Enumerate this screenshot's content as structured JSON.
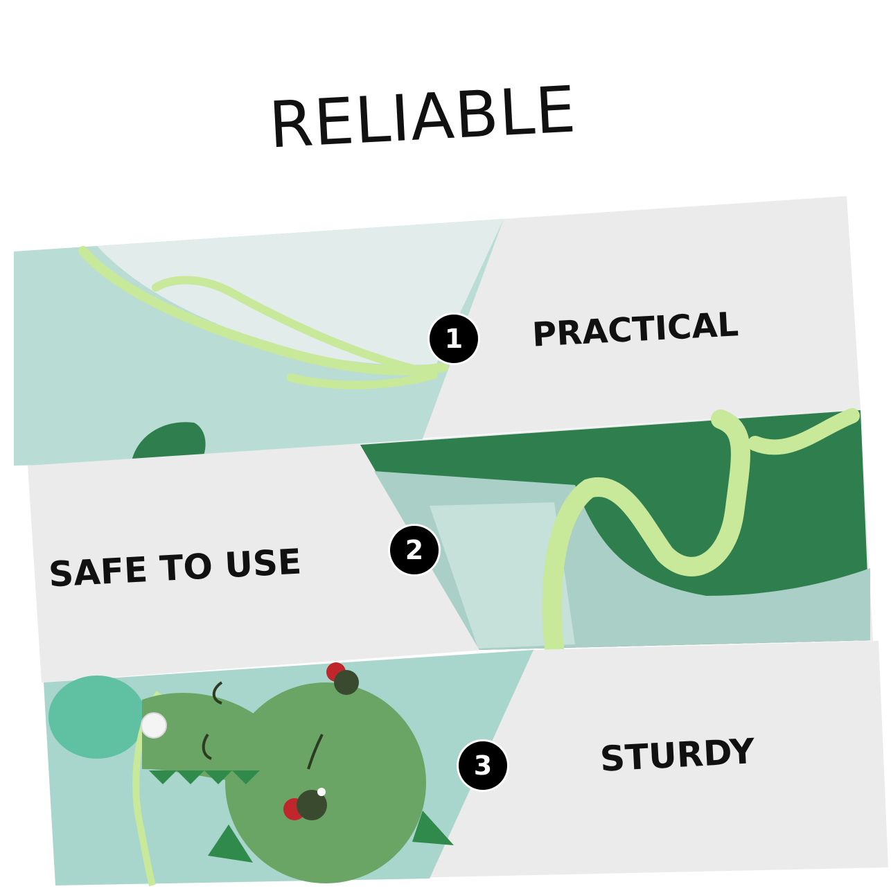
{
  "title": "RELIABLE",
  "features": [
    {
      "number": "1",
      "label": "PRACTICAL"
    },
    {
      "number": "2",
      "label": "SAFE TO USE"
    },
    {
      "number": "3",
      "label": "STURDY"
    }
  ],
  "colors": {
    "panel_gray": "#ebebeb",
    "bib_mint": "#b9dcd4",
    "bib_green": "#2f7e4d",
    "trim_lime": "#c8e89a",
    "dino_green": "#6aa566",
    "badge": "#000000"
  }
}
